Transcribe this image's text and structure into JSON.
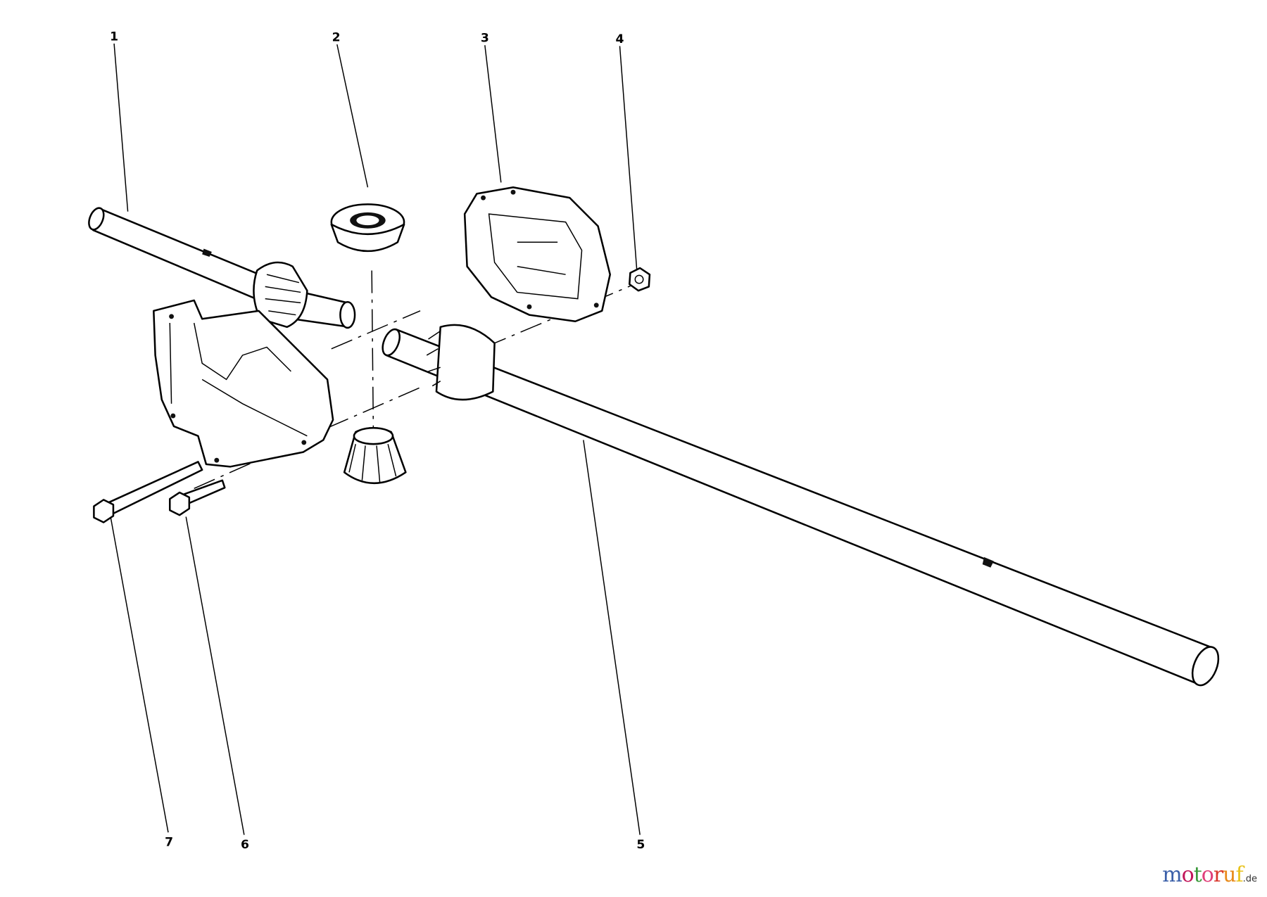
{
  "diagram": {
    "callouts": [
      "1",
      "2",
      "3",
      "4",
      "5",
      "6",
      "7"
    ],
    "parts": [
      "shaft-1",
      "bevel-gear-2",
      "gear-case-half-3",
      "nut-4",
      "axle-shaft-5",
      "bolt-6",
      "bolt-7",
      "gear-case-half",
      "pinion-gear",
      "differential-gear"
    ]
  },
  "watermark": {
    "text": "motoruf",
    "suffix": ".de",
    "colors": [
      "#3a5fa8",
      "#c2185b",
      "#3c9a3c",
      "#e0407a",
      "#d8362a",
      "#e88a1a",
      "#e8c21a"
    ]
  }
}
